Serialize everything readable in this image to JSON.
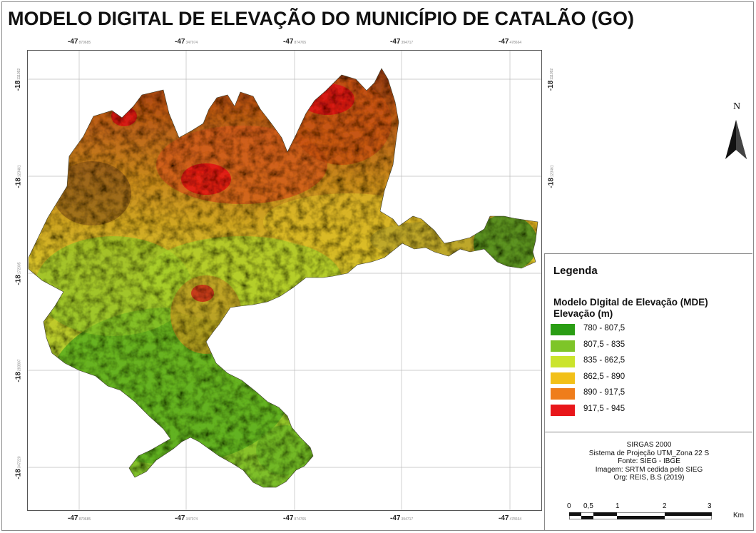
{
  "title": "MODELO DIGITAL DE ELEVAÇÃO DO MUNICÍPIO DE CATALÃO (GO)",
  "coordinates": {
    "x_ticks": [
      {
        "main": "-47",
        "minor": "870685"
      },
      {
        "main": "-47",
        "minor": "347074"
      },
      {
        "main": "-47",
        "minor": "874765"
      },
      {
        "main": "-47",
        "minor": "394717"
      },
      {
        "main": "-47",
        "minor": "478664"
      }
    ],
    "y_ticks": [
      {
        "main": "-18",
        "minor": "111092"
      },
      {
        "main": "-18",
        "minor": "123461"
      },
      {
        "main": "-18",
        "minor": "172005"
      },
      {
        "main": "-18",
        "minor": "283807"
      },
      {
        "main": "-18",
        "minor": "347220"
      }
    ]
  },
  "north": {
    "letter": "N",
    "icon": "north-arrow-icon"
  },
  "legend": {
    "title": "Legenda",
    "subtitle": "Modelo DIgital de Elevação (MDE)",
    "variable": "Elevação (m)",
    "classes": [
      {
        "label": "780 - 807,5",
        "color": "#2a9d14"
      },
      {
        "label": "807,5 - 835",
        "color": "#7ec528"
      },
      {
        "label": "835 - 862,5",
        "color": "#cbe42c"
      },
      {
        "label": "862,5 - 890",
        "color": "#f2c018"
      },
      {
        "label": "890 - 917,5",
        "color": "#ef7d1b"
      },
      {
        "label": "917,5 - 945",
        "color": "#e8161a"
      }
    ]
  },
  "info": {
    "lines": [
      "SIRGAS 2000",
      "Sistema de Projeção UTM_Zona 22 S",
      "Fonte: SIEG - IBGE",
      "Imagem: SRTM cedida pelo SIEG",
      "Org: REIS, B.S (2019)"
    ]
  },
  "scale": {
    "labels": [
      "0",
      "0,5",
      "1",
      "2",
      "3"
    ],
    "unit": "Km"
  }
}
